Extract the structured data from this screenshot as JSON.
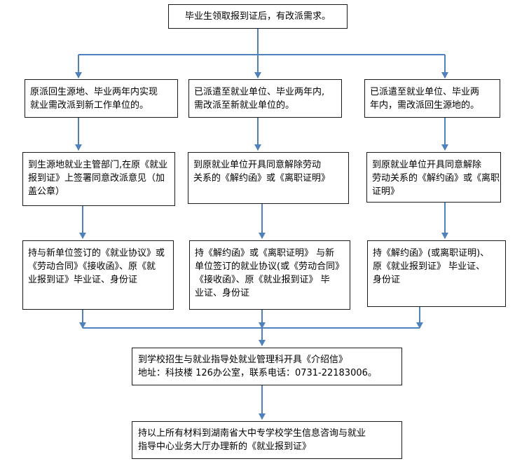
{
  "colors": {
    "arrow": "#4f81bd",
    "border": "#1a1a1a",
    "text": "#000000"
  },
  "nodes": {
    "top": {
      "lines": [
        "毕业生领取报到证后，有改派需求。"
      ]
    },
    "col1_step1": {
      "lines": [
        "原派回生源地、毕业两年内实现",
        "就业需改派到新工作单位的。"
      ]
    },
    "col1_step2": {
      "lines": [
        "到生源地就业主管部门,在原《就业",
        "报到证》上签署同意改派意见（加",
        "盖公章）"
      ]
    },
    "col1_step3": {
      "lines": [
        "持与新单位签订的《就业协议》或",
        "《劳动合同》《接收函》、原《就",
        "业报到证》毕业证、身份证"
      ]
    },
    "col2_step1": {
      "lines": [
        "已派遣至就业单位、毕业两年内,",
        "需改派至新就业单位的。"
      ]
    },
    "col2_step2": {
      "lines": [
        "到原就业单位开具同意解除劳动",
        "关系的《解约函》或《离职证明》"
      ]
    },
    "col2_step3": {
      "lines": [
        "持《解约函》或《离职证明》 与新",
        "单位签订的就业协议(或《劳动合同》",
        "《接收函》、原《就业报到证》 毕",
        "业证、身份证"
      ]
    },
    "col3_step1": {
      "lines": [
        "已派遣至就业单位、毕业两",
        "年内，需改派回生源地的。"
      ]
    },
    "col3_step2": {
      "lines": [
        "到原就业单位开具同意解除",
        "劳动关系的《解约函》或《离职",
        "证明》"
      ]
    },
    "col3_step3": {
      "lines": [
        "持《解约函》(或离职证明)、",
        "原《就业报到证》 毕业证、",
        "身份证"
      ]
    },
    "school": {
      "lines": [
        "到学校招生与就业指导处就业管理科开具《介绍信》",
        "地址：科技楼 126办公室，联系电话：0731-22183006。"
      ]
    },
    "final": {
      "lines": [
        "持以上所有材料到湖南省大中专学校学生信息咨询与就业",
        "指导中心业务大厅办理新的《就业报到证》"
      ]
    }
  }
}
